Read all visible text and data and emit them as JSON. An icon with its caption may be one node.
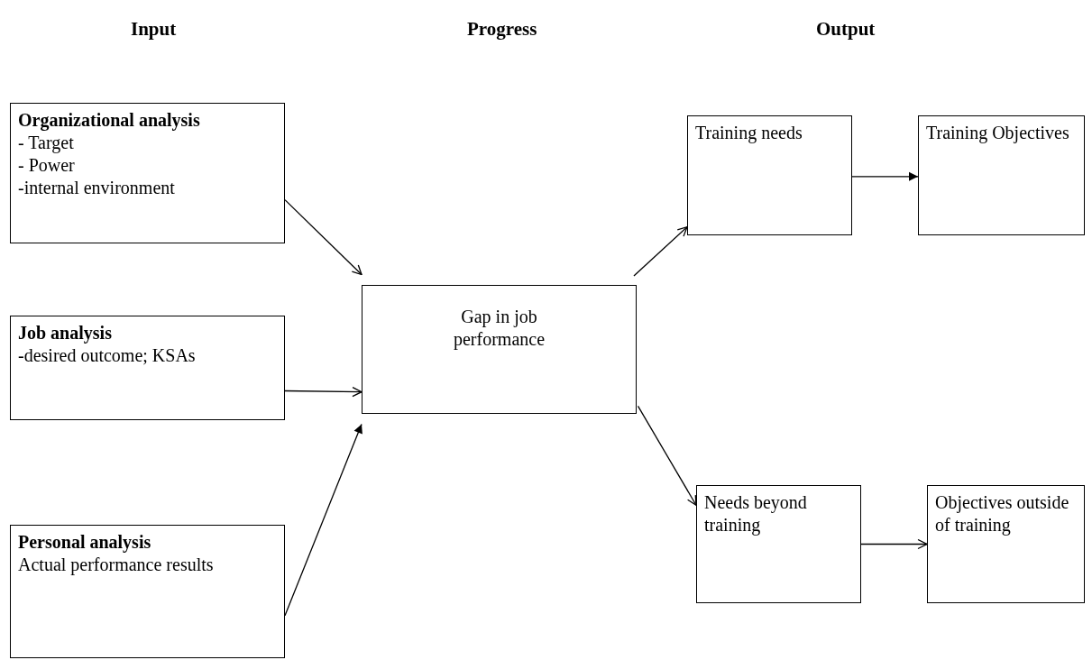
{
  "diagram": {
    "nodes": [
      {
        "text": [
          "Organizational analysis",
          "- Target",
          "- Power",
          "-internal environment"
        ]
      },
      {
        "text": [
          "Job analysis",
          "-desired outcome; KSAs"
        ]
      },
      {
        "text": [
          "Personal analysis",
          "Actual performance results"
        ]
      },
      {
        "text": [
          "Gap in job performance"
        ]
      },
      {
        "text": [
          "Training needs"
        ]
      },
      {
        "text": [
          "Training Objectives"
        ]
      },
      {
        "text": [
          "Needs beyond training"
        ]
      },
      {
        "text": [
          "Objectives outside of training"
        ]
      }
    ],
    "edges": [
      {
        "from": 0,
        "to": 3,
        "arrow": "to"
      },
      {
        "from": 1,
        "to": 3,
        "arrow": "to"
      },
      {
        "from": 2,
        "to": 3,
        "arrow": "to"
      },
      {
        "from": 3,
        "to": 4,
        "arrow": "to"
      },
      {
        "from": 4,
        "to": 5,
        "arrow": "to"
      },
      {
        "from": 3,
        "to": 6,
        "arrow": "to"
      },
      {
        "from": 6,
        "to": 7,
        "arrow": "to"
      }
    ],
    "labels": [
      "Input",
      "Progress",
      "Output"
    ]
  }
}
